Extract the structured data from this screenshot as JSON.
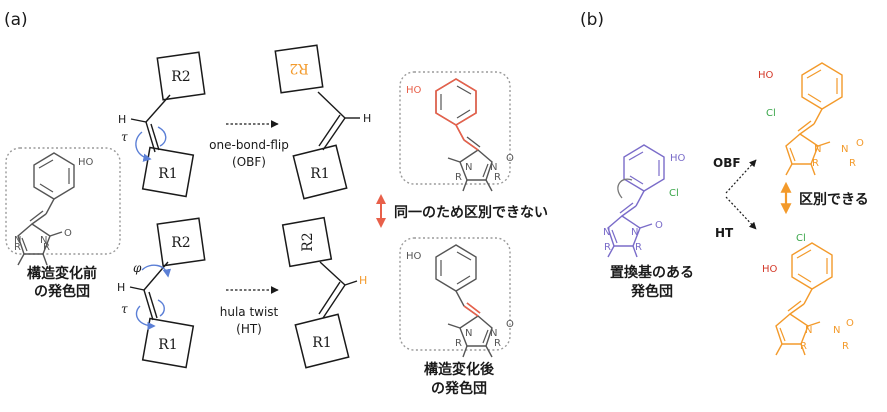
{
  "panel_labels": {
    "a": "(a)",
    "b": "(b)"
  },
  "groups": {
    "r1": "R1",
    "r2": "R2",
    "r2_flipped": "R2"
  },
  "angles": {
    "tau": "τ",
    "phi": "φ"
  },
  "atoms": {
    "h": "H",
    "ho": "HO",
    "o": "O",
    "n": "N",
    "r": "R",
    "cl": "Cl"
  },
  "mechanisms": {
    "obf_line1": "one-bond-flip",
    "obf_line2": "(OBF)",
    "ht_line1": "hula twist",
    "ht_line2": "(HT)",
    "obf_short": "OBF",
    "ht_short": "HT"
  },
  "captions": {
    "before_line1": "構造変化前",
    "before_line2": "の発色団",
    "after_line1": "構造変化後",
    "after_line2": "の発色団",
    "indistinguishable": "同一のため区別できない",
    "substituted_line1": "置換基のある",
    "substituted_line2": "発色団",
    "distinguishable": "区別できる"
  },
  "colors": {
    "ink": "#1a1a1a",
    "gray_ink": "#555555",
    "box_border": "#9a9a9a",
    "blue_arrow": "#5b7fd6",
    "red": "#e8604a",
    "orange": "#f39a2b",
    "purple": "#7a6cc9",
    "green": "#3aa64a",
    "lavender": "#7b78c8"
  }
}
